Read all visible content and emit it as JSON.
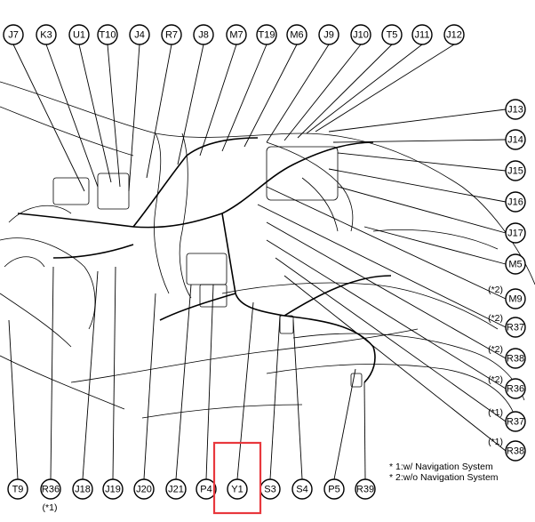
{
  "top_connectors": [
    "J7",
    "K3",
    "U1",
    "T10",
    "J4",
    "R7",
    "J8",
    "M7",
    "T19",
    "M6",
    "J9",
    "J10",
    "T5",
    "J11",
    "J12"
  ],
  "right_connectors": [
    {
      "label": "J13",
      "note": ""
    },
    {
      "label": "J14",
      "note": ""
    },
    {
      "label": "J15",
      "note": ""
    },
    {
      "label": "J16",
      "note": ""
    },
    {
      "label": "J17",
      "note": ""
    },
    {
      "label": "M5",
      "note": ""
    },
    {
      "label": "M9",
      "note": "(*2)"
    },
    {
      "label": "R37",
      "note": "(*2)"
    },
    {
      "label": "R38",
      "note": "(*2)"
    },
    {
      "label": "R36",
      "note": "(*2)"
    },
    {
      "label": "R37",
      "note": "(*1)"
    },
    {
      "label": "R38",
      "note": "(*1)"
    }
  ],
  "bottom_connectors": [
    "T9",
    "R36",
    "J18",
    "J19",
    "J20",
    "J21",
    "P4",
    "Y1",
    "S3",
    "S4",
    "P5",
    "R39"
  ],
  "bottom_sub_note": "(*1)",
  "legend": {
    "line1": "* 1:w/ Navigation System",
    "line2": "* 2:w/o Navigation System"
  },
  "highlight": {
    "label": "Y1",
    "color": "#e8383d"
  }
}
